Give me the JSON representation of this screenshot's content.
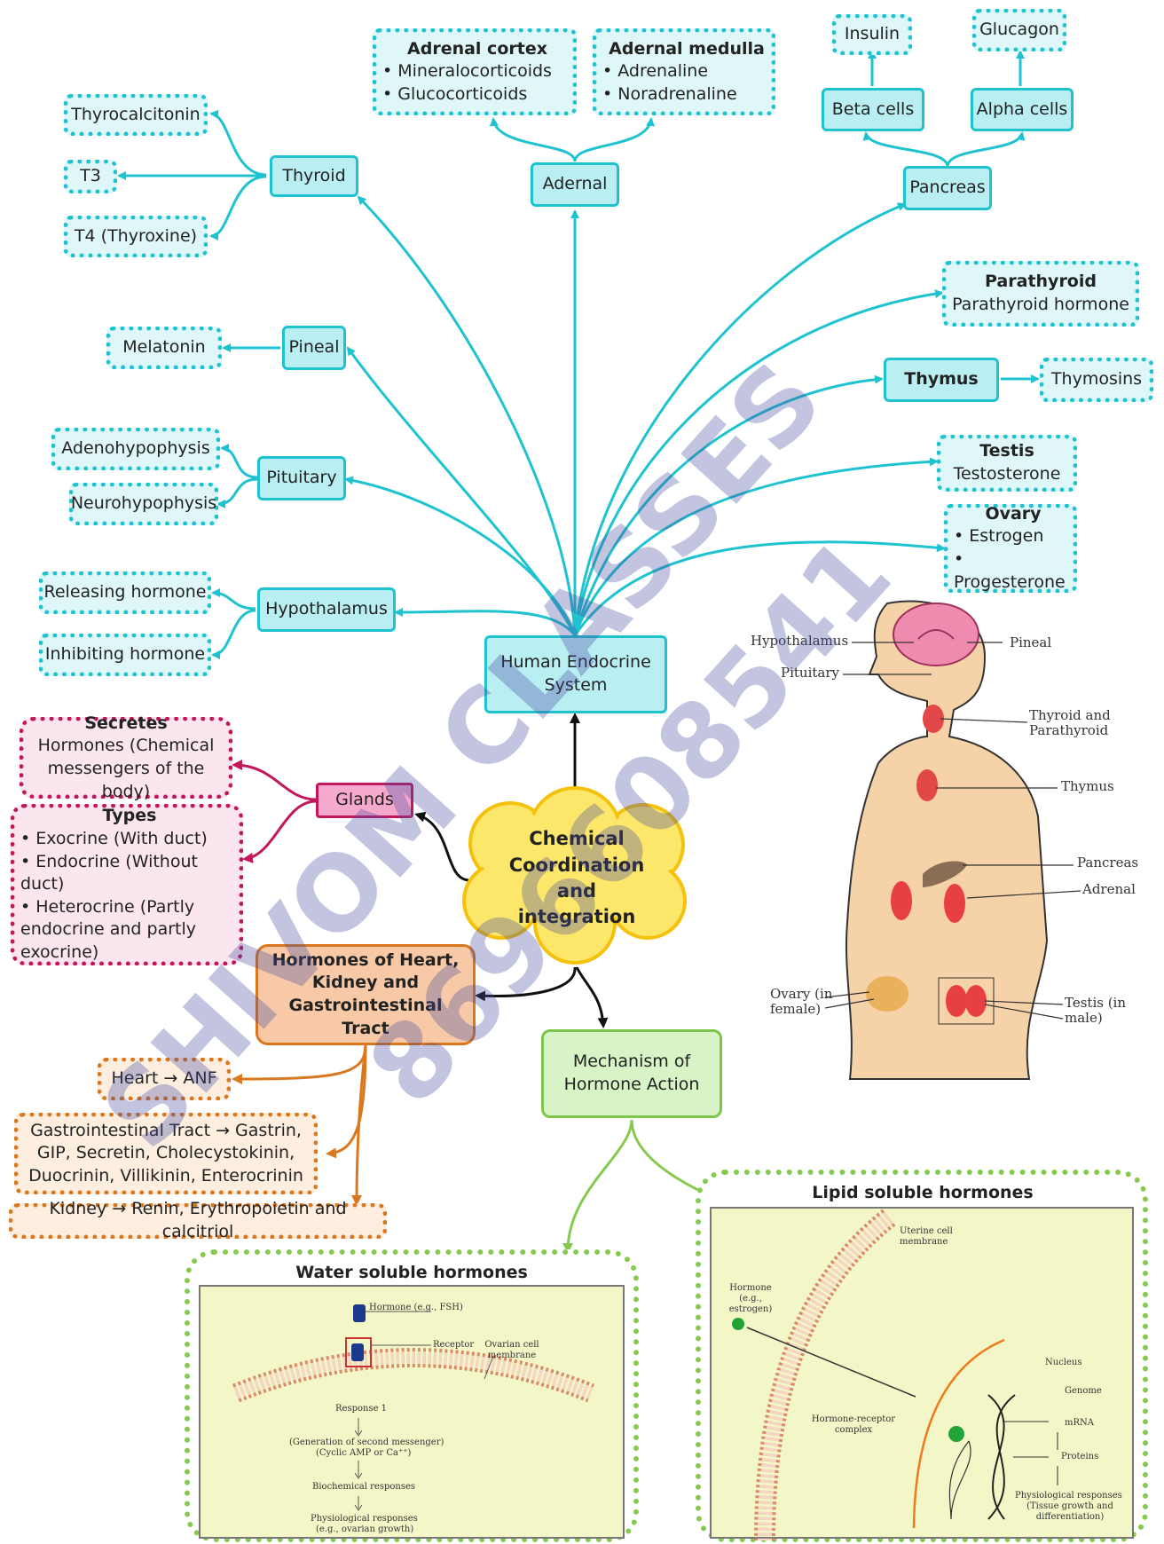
{
  "central": {
    "label": "Chemical Coordination and integration"
  },
  "human_endocrine_system": "Human Endocrine System",
  "glands": {
    "thyroid": {
      "label": "Thyroid",
      "products": [
        "Thyrocalcitonin",
        "T3",
        "T4 (Thyroxine)"
      ]
    },
    "adrenal": {
      "label": "Adernal",
      "cortex": {
        "title": "Adrenal cortex",
        "items": [
          "• Mineralocorticoids",
          "• Glucocorticoids"
        ]
      },
      "medulla": {
        "title": "Adernal medulla",
        "items": [
          "• Adrenaline",
          "• Noradrenaline"
        ]
      }
    },
    "pancreas": {
      "label": "Pancreas",
      "beta": "Beta cells",
      "alpha": "Alpha cells",
      "insulin": "Insulin",
      "glucagon": "Glucagon"
    },
    "parathyroid": {
      "title": "Parathyroid",
      "product": "Parathyroid hormone"
    },
    "thymus": {
      "label": "Thymus",
      "product": "Thymosins"
    },
    "testis": {
      "title": "Testis",
      "product": "Testosterone"
    },
    "ovary": {
      "title": "Ovary",
      "items": [
        "• Estrogen",
        "• Progesterone"
      ]
    },
    "pineal": {
      "label": "Pineal",
      "product": "Melatonin"
    },
    "pituitary": {
      "label": "Pituitary",
      "products": [
        "Adenohypophysis",
        "Neurohypophysis"
      ]
    },
    "hypothalamus": {
      "label": "Hypothalamus",
      "products": [
        "Releasing hormone",
        "Inhibiting hormone"
      ]
    }
  },
  "glands_branch": {
    "label": "Glands",
    "secretes": {
      "title": "Secretes",
      "text": "Hormones (Chemical messengers of the body)"
    },
    "types": {
      "title": "Types",
      "items": [
        "• Exocrine (With duct)",
        "• Endocrine (Without duct)",
        "• Heterocrine (Partly endocrine and partly exocrine)"
      ]
    }
  },
  "hormones_branch": {
    "label": "Hormones of Heart, Kidney and Gastrointestinal Tract",
    "heart": "Heart → ANF",
    "gi": "Gastrointestinal Tract → Gastrin, GIP, Secretin, Cholecystokinin, Duocrinin, Villikinin, Enterocrinin",
    "kidney": "Kidney → Renin, Erythropoietin and calcitriol"
  },
  "mechanism": {
    "label": "Mechanism of Hormone Action",
    "water": {
      "title": "Water soluble hormones",
      "labels": {
        "hormone": "Hormone (e.g., FSH)",
        "receptor": "Receptor",
        "membrane": "Ovarian cell membrane",
        "response1": "Response 1",
        "second": "(Generation of second messenger)",
        "camp": "(Cyclic AMP or Ca⁺⁺)",
        "biochem": "Biochemical responses",
        "physio": "Physiological responses",
        "growth": "(e.g., ovarian growth)"
      }
    },
    "lipid": {
      "title": "Lipid soluble hormones",
      "labels": {
        "membrane": "Uterine cell membrane",
        "hormone": "Hormone (e.g., estrogen)",
        "nucleus": "Nucleus",
        "genome": "Genome",
        "complex": "Hormone-receptor complex",
        "mrna": "mRNA",
        "proteins": "Proteins",
        "physio": "Physiological responses",
        "growth": "(Tissue growth and differentiation)"
      }
    }
  },
  "body_diagram": {
    "hypothalamus": "Hypothalamus",
    "pineal": "Pineal",
    "pituitary": "Pituitary",
    "thyroid": "Thyroid and Parathyroid",
    "thymus": "Thymus",
    "pancreas": "Pancreas",
    "adrenal": "Adrenal",
    "ovary": "Ovary (in female)",
    "testis": "Testis (in male)"
  },
  "watermark": {
    "line1": "SHIVOM CLASSES",
    "line2": "8696608541"
  },
  "colors": {
    "teal": "#1ec3cf",
    "pink": "#c2185b",
    "orange": "#d9781e",
    "green": "#86c94f",
    "cloud": "#fde76a"
  }
}
